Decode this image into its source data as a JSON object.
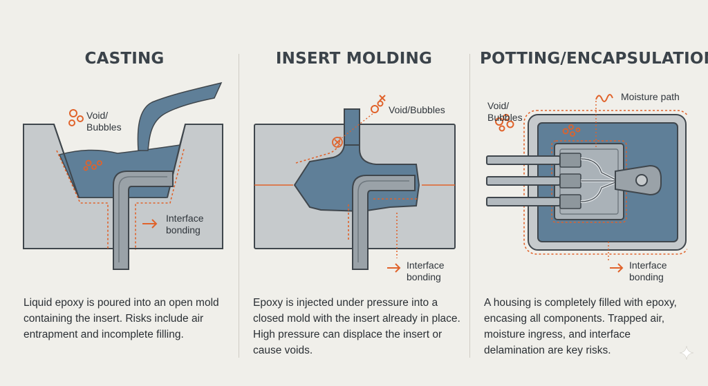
{
  "panels": [
    {
      "title": "CASTING",
      "labels": {
        "voids": "Void/\nBubbles",
        "interface": "Interface\nbonding"
      },
      "description": "Liquid epoxy is poured into an open mold containing the insert. Risks include air entrapment and incomplete filling."
    },
    {
      "title": "INSERT MOLDING",
      "labels": {
        "voids": "Void/Bubbles",
        "interface": "Interface\nbonding"
      },
      "description": "Epoxy is injected under pressure into a closed mold with the insert already in place. High pressure can displace the insert or cause voids."
    },
    {
      "title": "POTTING/ENCAPSULATION",
      "labels": {
        "moisture": "Moisture path",
        "voids": "Void/\nBubbles",
        "interface": "Interface\nbonding"
      },
      "description": "A housing is completely filled with epoxy, encasing all components. Trapped air, moisture ingress, and interface delamination are key risks."
    }
  ],
  "colors": {
    "background": "#f0efea",
    "mold": "#c6cacc",
    "mold_stroke": "#3f464c",
    "epoxy": "#5f7f98",
    "insert": "#9aa2a8",
    "accent_orange": "#e0622a"
  },
  "icons": [
    "bubble-icon",
    "void-x-icon",
    "arrow-right-icon",
    "moisture-wave-icon",
    "sparkle-icon"
  ]
}
